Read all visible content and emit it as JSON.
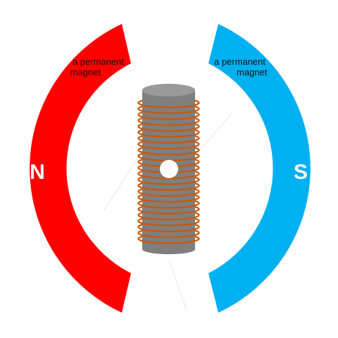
{
  "magnet_left": {
    "pole": "N",
    "label_line1": "a permanent",
    "label_line2": "magnet",
    "color": "#ff0000"
  },
  "magnet_right": {
    "pole": "S",
    "label_line1": "a permanent",
    "label_line2": "magnet",
    "color": "#00b0f0"
  },
  "core": {
    "body_color": "#7f7f7f",
    "top_color": "#9a9a9a",
    "axle_color": "#ffffff"
  },
  "coil": {
    "color": "#c55a11",
    "turns": 24
  },
  "icons": {
    "left_magnet": "horseshoe-magnet-north-half",
    "right_magnet": "horseshoe-magnet-south-half",
    "armature": "cylinder-core-with-coil"
  }
}
